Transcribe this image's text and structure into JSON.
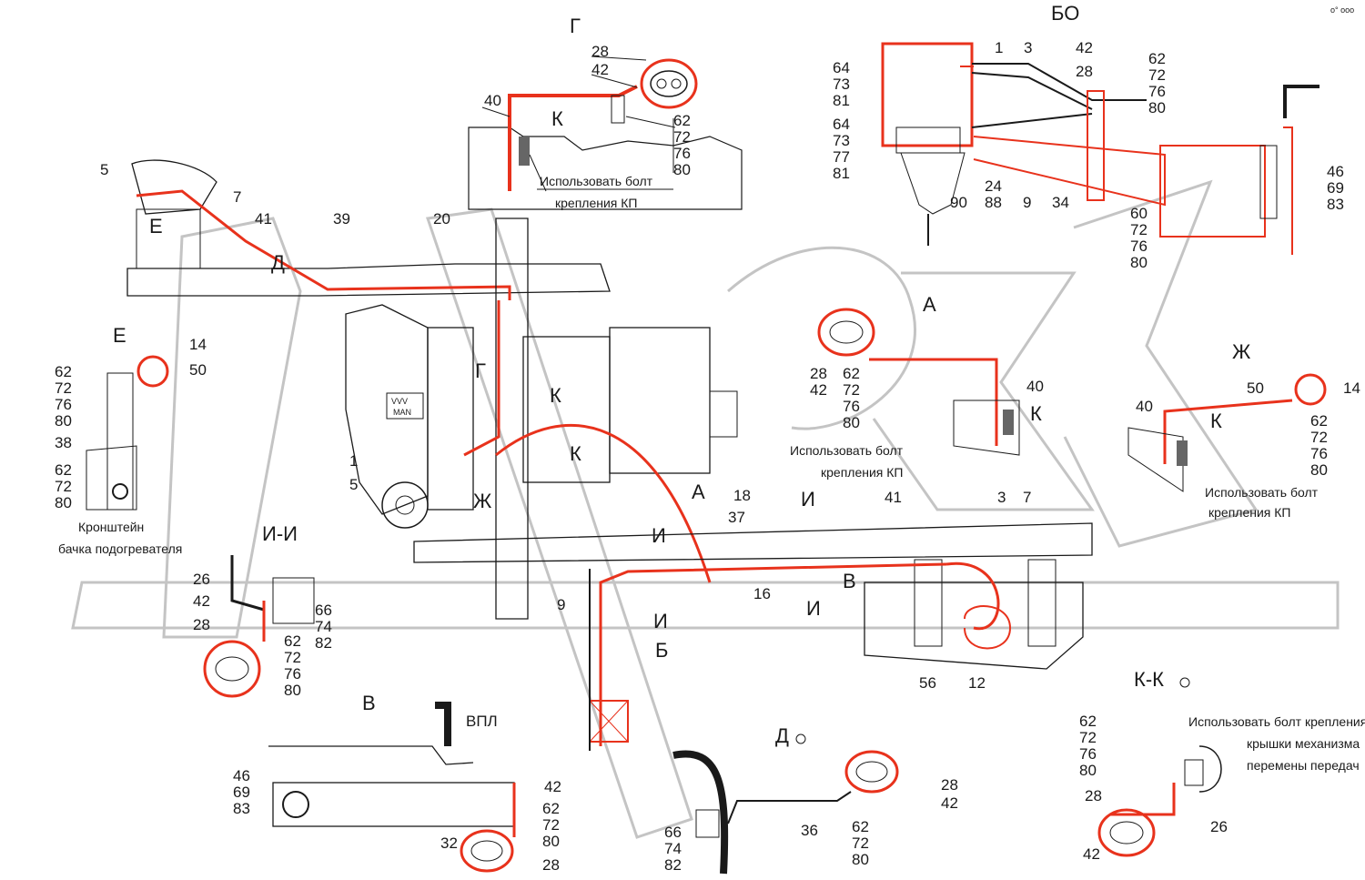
{
  "colors": {
    "line": "#1a1a1a",
    "pipe": "#e8321c",
    "watermark": "#bdbdbd",
    "background": "#ffffff"
  },
  "top_right_mark": "о° ооо",
  "views": {
    "G": "Г",
    "BO": "БО",
    "A": "А",
    "E": "Е",
    "ZH": "Ж",
    "II": "И-И",
    "V": "В",
    "D": "Д",
    "KK": "К-К"
  },
  "notes": {
    "bolt_kp": "Использовать болт",
    "bolt_kp_2": "крепления КП",
    "bracket_1": "Кронштейн",
    "bracket_2": "бачка подогревателя",
    "kk_1": "Использовать болт крепления",
    "kk_2": "крышки механизма",
    "kk_3": "перемены передач",
    "vpl": "ВПЛ",
    "man_1": "VVV",
    "man_2": "MAN"
  },
  "callouts": {
    "g": [
      "28",
      "42",
      "40",
      "К",
      "62",
      "72",
      "76",
      "80"
    ],
    "bo_left": [
      "64",
      "73",
      "81",
      "64",
      "73",
      "77",
      "81"
    ],
    "bo_top": [
      "1",
      "3",
      "42",
      "28",
      "62",
      "72",
      "76",
      "80"
    ],
    "bo_bottom": [
      "24",
      "88",
      "90",
      "9",
      "34",
      "60",
      "72",
      "76",
      "80",
      "46",
      "69",
      "83"
    ],
    "left_top": [
      "5",
      "7",
      "41",
      "39",
      "20",
      "Е",
      "Д"
    ],
    "e": [
      "14",
      "50",
      "62",
      "72",
      "76",
      "80",
      "38",
      "62",
      "72",
      "80"
    ],
    "a": [
      "28",
      "42",
      "62",
      "72",
      "76",
      "80",
      "40",
      "К"
    ],
    "zh": [
      "50",
      "14",
      "40",
      "К",
      "62",
      "72",
      "76",
      "80"
    ],
    "center": [
      "Г",
      "К",
      "К",
      "1",
      "5",
      "Ж",
      "А",
      "18",
      "37",
      "И",
      "И",
      "16",
      "В",
      "И",
      "И",
      "9",
      "Б",
      "41",
      "3",
      "7",
      "56",
      "12"
    ],
    "ii": [
      "26",
      "42",
      "28",
      "66",
      "74",
      "82",
      "62",
      "72",
      "76",
      "80"
    ],
    "v": [
      "46",
      "69",
      "83",
      "42",
      "62",
      "72",
      "80",
      "32",
      "28"
    ],
    "d": [
      "28",
      "42",
      "36",
      "62",
      "72",
      "80",
      "66",
      "74",
      "82"
    ],
    "kk": [
      "62",
      "72",
      "76",
      "80",
      "28",
      "26",
      "42"
    ]
  }
}
